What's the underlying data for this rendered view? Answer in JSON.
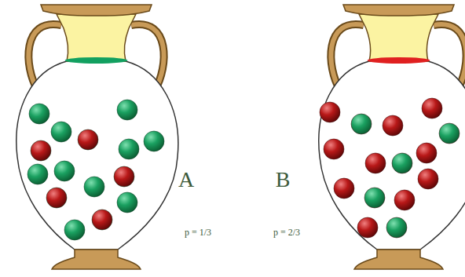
{
  "diagram": {
    "labels": [
      "A",
      "p = 1/3",
      "B",
      "p = 2/3"
    ]
  }
}
